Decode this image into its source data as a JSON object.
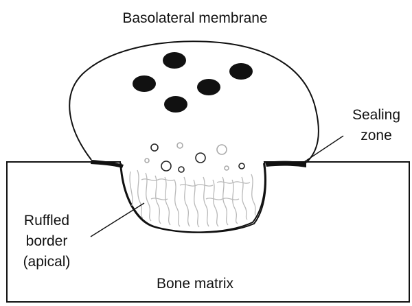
{
  "labels": {
    "basolateral": "Basolateral membrane",
    "sealing_line1": "Sealing",
    "sealing_line2": "zone",
    "ruffled_line1": "Ruffled",
    "ruffled_line2": "border",
    "ruffled_line3": "(apical)",
    "bone_matrix": "Bone matrix"
  },
  "colors": {
    "stroke": "#111111",
    "nucleus": "#111111",
    "ruffle": "#b9b9b9",
    "vesicle": "#222222",
    "vesicle_faint": "#aaaaaa",
    "sealing": "#111111"
  }
}
